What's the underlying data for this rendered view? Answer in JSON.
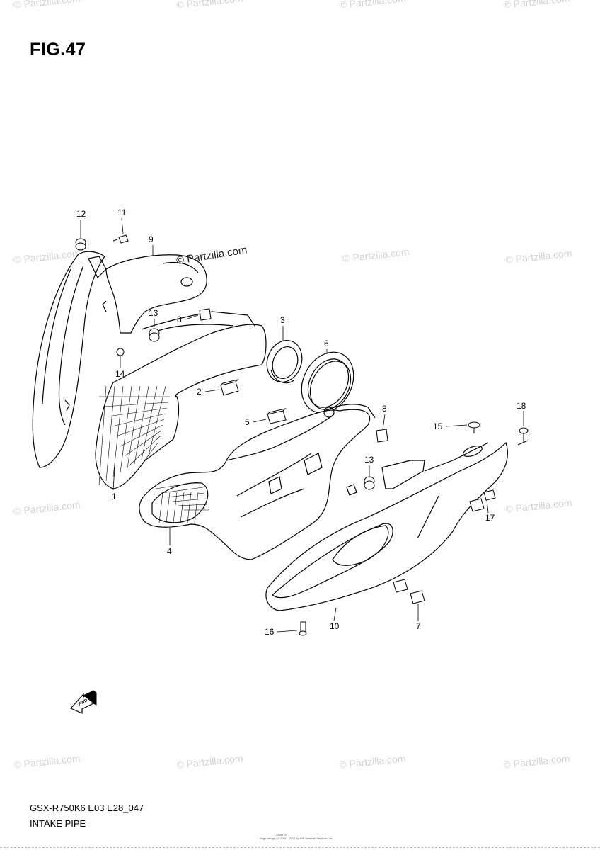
{
  "figure": {
    "title": "FIG.47",
    "model_code": "GSX-R750K6 E03 E28_047",
    "assembly_name": "INTAKE PIPE"
  },
  "watermark": {
    "text": "© Partzilla.com",
    "color": "#d2d2d2",
    "prominent_color": "#222222"
  },
  "fwd_arrow": {
    "label": "FWD",
    "icon": "fwd-arrow-icon"
  },
  "callouts": [
    {
      "id": "c1",
      "label": "1"
    },
    {
      "id": "c2",
      "label": "2"
    },
    {
      "id": "c3",
      "label": "3"
    },
    {
      "id": "c4",
      "label": "4"
    },
    {
      "id": "c5",
      "label": "5"
    },
    {
      "id": "c6",
      "label": "6"
    },
    {
      "id": "c7",
      "label": "7"
    },
    {
      "id": "c8a",
      "label": "8"
    },
    {
      "id": "c8b",
      "label": "8"
    },
    {
      "id": "c9",
      "label": "9"
    },
    {
      "id": "c10",
      "label": "10"
    },
    {
      "id": "c11",
      "label": "11"
    },
    {
      "id": "c12",
      "label": "12"
    },
    {
      "id": "c13a",
      "label": "13"
    },
    {
      "id": "c13b",
      "label": "13"
    },
    {
      "id": "c14",
      "label": "14"
    },
    {
      "id": "c15",
      "label": "15"
    },
    {
      "id": "c16",
      "label": "16"
    },
    {
      "id": "c17",
      "label": "17"
    },
    {
      "id": "c18",
      "label": "18"
    }
  ],
  "fine_print": {
    "line1": "Zoom /4",
    "line2": "Page design (c) 2001 - 2017 by ARI Network Services, Inc."
  }
}
